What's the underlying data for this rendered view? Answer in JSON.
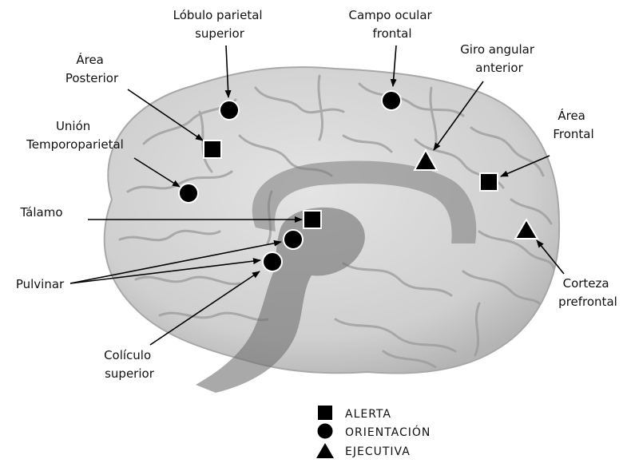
{
  "labels": {
    "lobulo": [
      "Lóbulo parietal",
      "superior"
    ],
    "campo": [
      "Campo ocular",
      "frontal"
    ],
    "area_posterior": [
      "Área",
      "Posterior"
    ],
    "giro": [
      "Giro angular",
      "anterior"
    ],
    "union": [
      "Unión",
      "Temporoparietal"
    ],
    "area_frontal": [
      "Área",
      "Frontal"
    ],
    "talamo": [
      "Tálamo"
    ],
    "pulvinar": [
      "Pulvinar"
    ],
    "corteza": [
      "Corteza",
      "prefrontal"
    ],
    "coliculo": [
      "Colículo",
      "superior"
    ]
  },
  "legend": {
    "alerta": "ALERTA",
    "orientacion": "ORIENTACIÓN",
    "ejecutiva": "EJECUTIVA"
  },
  "marker_types": {
    "alerta": "square",
    "orientacion": "circle",
    "ejecutiva": "triangle"
  },
  "colors": {
    "brain": "#d6d6d6",
    "sulci": "#9a9a9a",
    "deep_structures": "#7c7c7c",
    "markers": "#000000"
  }
}
